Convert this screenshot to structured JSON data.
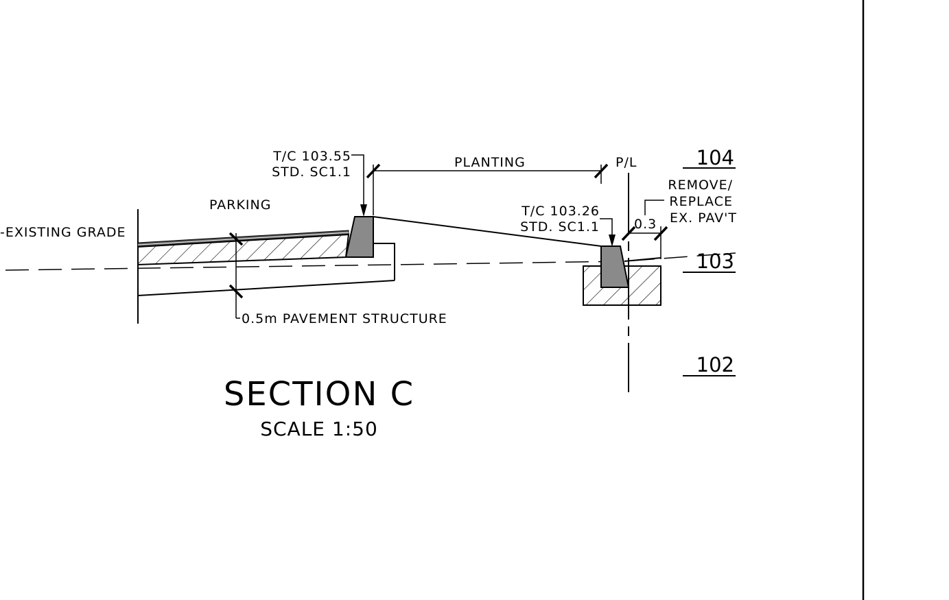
{
  "labels": {
    "existing_grade": "-EXISTING GRADE",
    "parking": "PARKING",
    "planting": "PLANTING",
    "property_line": "P/L",
    "curb_left_tc": "T/C 103.55",
    "curb_left_std": "STD. SC1.1",
    "curb_right_tc": "T/C 103.26",
    "curb_right_std": "STD. SC1.1",
    "remove_1": "REMOVE/",
    "remove_2": "REPLACE",
    "remove_3": "EX. PAV'T",
    "offset_dim": "0.3",
    "pavement_structure": "0.5m PAVEMENT STRUCTURE"
  },
  "elevations": [
    "104",
    "103",
    "102"
  ],
  "title": {
    "main": "SECTION C",
    "scale": "SCALE 1:50"
  },
  "colors": {
    "line": "#000000",
    "curb_fill": "#8a8a8a",
    "background": "#ffffff"
  }
}
